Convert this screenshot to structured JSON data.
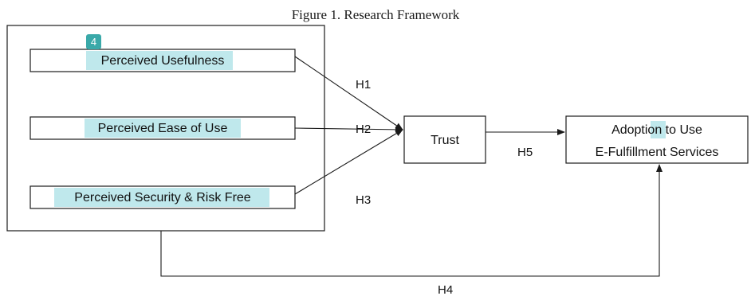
{
  "figure": {
    "title": "Figure 1. Research Framework"
  },
  "marker": {
    "number": "4",
    "color": "#3aa9a9"
  },
  "nodes": {
    "perceived_usefulness": "Perceived Usefulness",
    "perceived_ease_of_use": "Perceived Ease of Use",
    "perceived_security": "Perceived Security & Risk Free",
    "trust": "Trust",
    "adoption_line1_pre": "Adoption ",
    "adoption_line1_hl": "to",
    "adoption_line1_post": " Use",
    "adoption_line2": "E-Fulfillment Services"
  },
  "hypotheses": {
    "h1": "H1",
    "h2": "H2",
    "h3": "H3",
    "h4": "H4",
    "h5": "H5"
  },
  "colors": {
    "highlight": "#bfe8ec",
    "stroke": "#1a1a1a"
  }
}
